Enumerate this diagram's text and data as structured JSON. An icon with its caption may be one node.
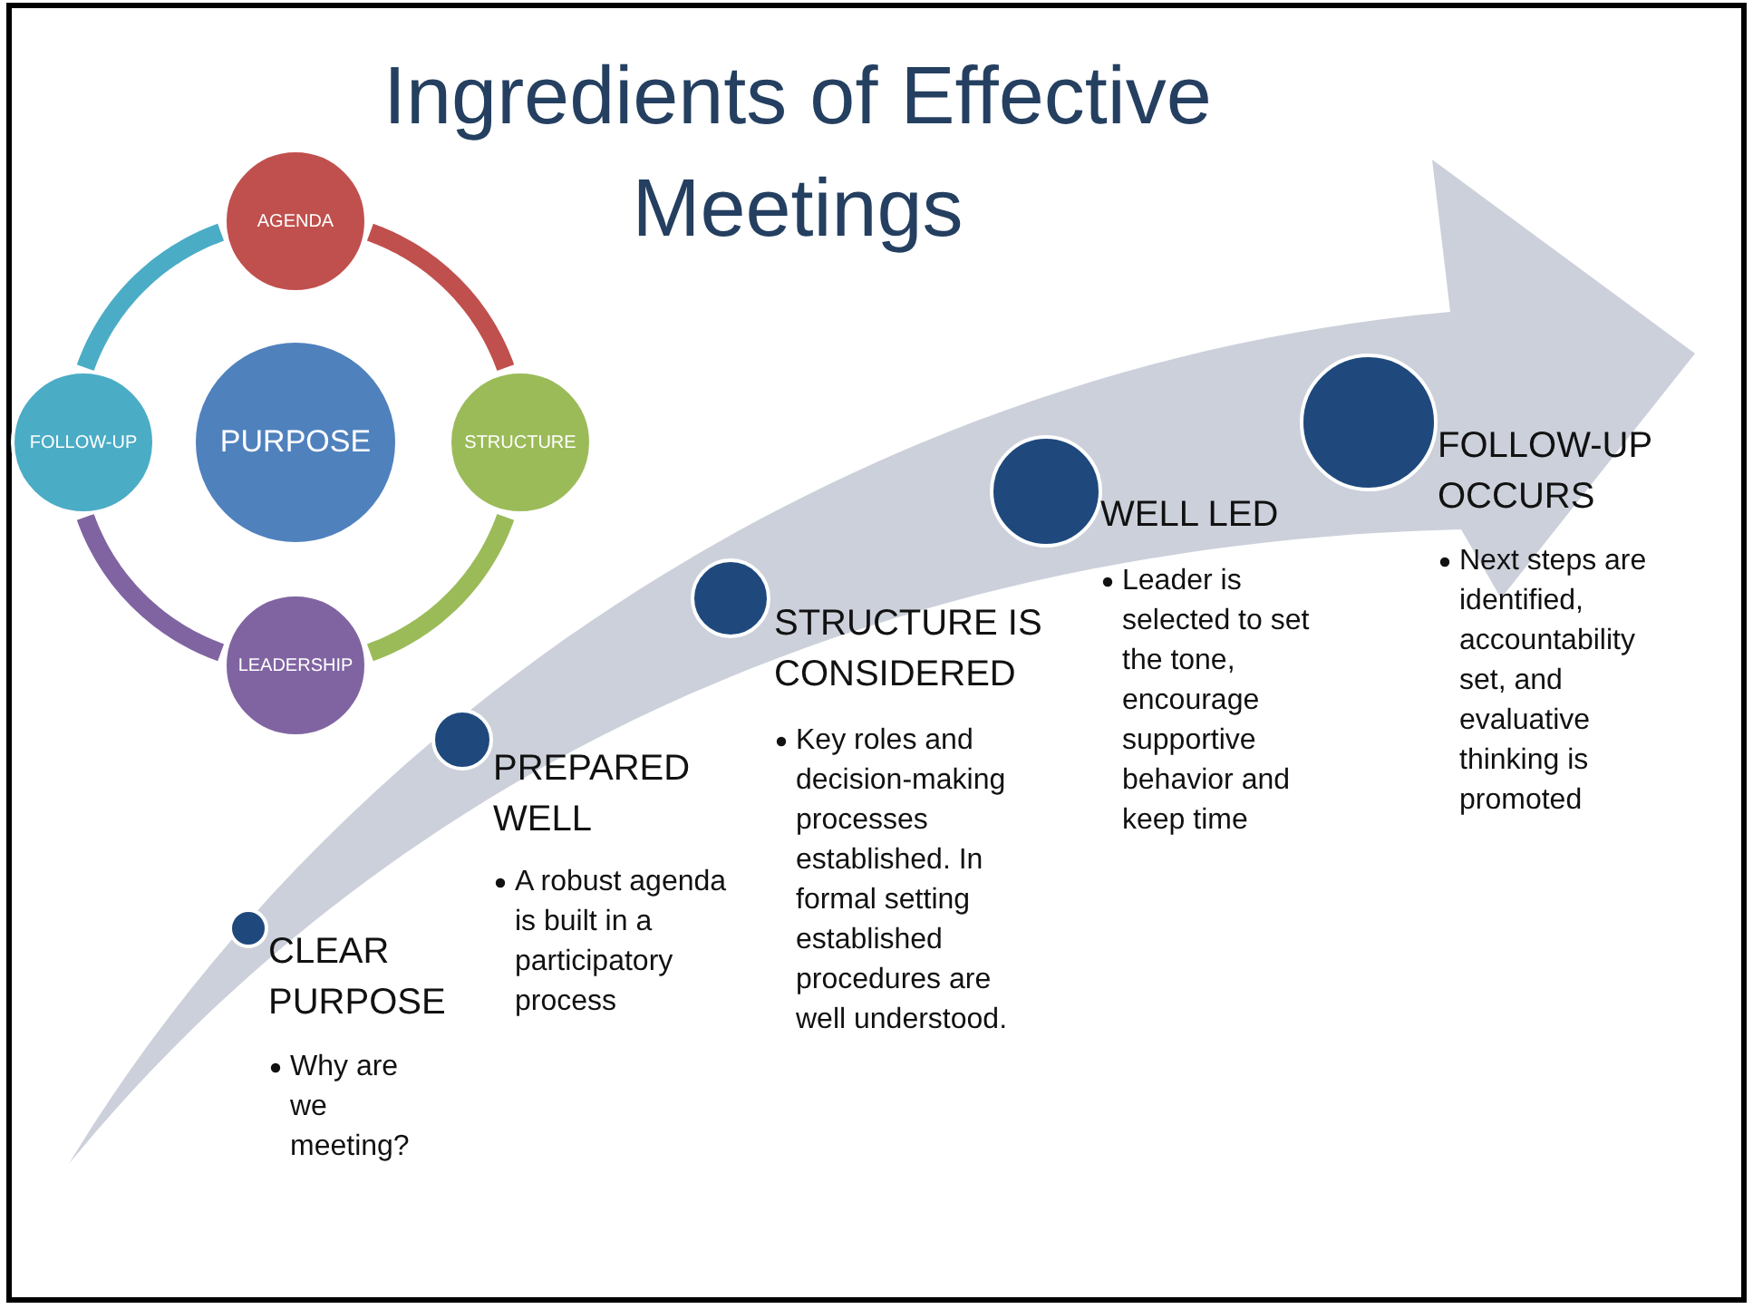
{
  "diagram": {
    "title": "Ingredients of Effective Meetings",
    "nodes": [
      {
        "text": [
          "PURPOSE"
        ]
      },
      {
        "text": [
          "AGENDA"
        ]
      },
      {
        "text": [
          "STRUCTURE"
        ]
      },
      {
        "text": [
          "LEADERSHIP"
        ]
      },
      {
        "text": [
          "FOLLOW-UP"
        ]
      },
      {
        "text": [
          "CLEAR PURPOSE",
          "Why are we meeting?"
        ]
      },
      {
        "text": [
          "PREPARED WELL",
          "A robust agenda is built in a participatory process"
        ]
      },
      {
        "text": [
          "STRUCTURE IS CONSIDERED",
          "Key roles and decision-making processes established. In formal setting established procedures are well understood."
        ]
      },
      {
        "text": [
          "WELL LED",
          "Leader is selected to set the tone, encourage supportive behavior and keep time"
        ]
      },
      {
        "text": [
          "FOLLOW-UP OCCURS",
          "Next steps are identified, accountability set, and evaluative thinking is promoted"
        ]
      }
    ],
    "edges": [
      {
        "from": 1,
        "to": 2,
        "arrow": "none",
        "color": "#c0504d"
      },
      {
        "from": 2,
        "to": 3,
        "arrow": "none",
        "color": "#9bbb59"
      },
      {
        "from": 3,
        "to": 4,
        "arrow": "none",
        "color": "#8064a2"
      },
      {
        "from": 4,
        "to": 1,
        "arrow": "none",
        "color": "#4bacc6"
      }
    ]
  }
}
